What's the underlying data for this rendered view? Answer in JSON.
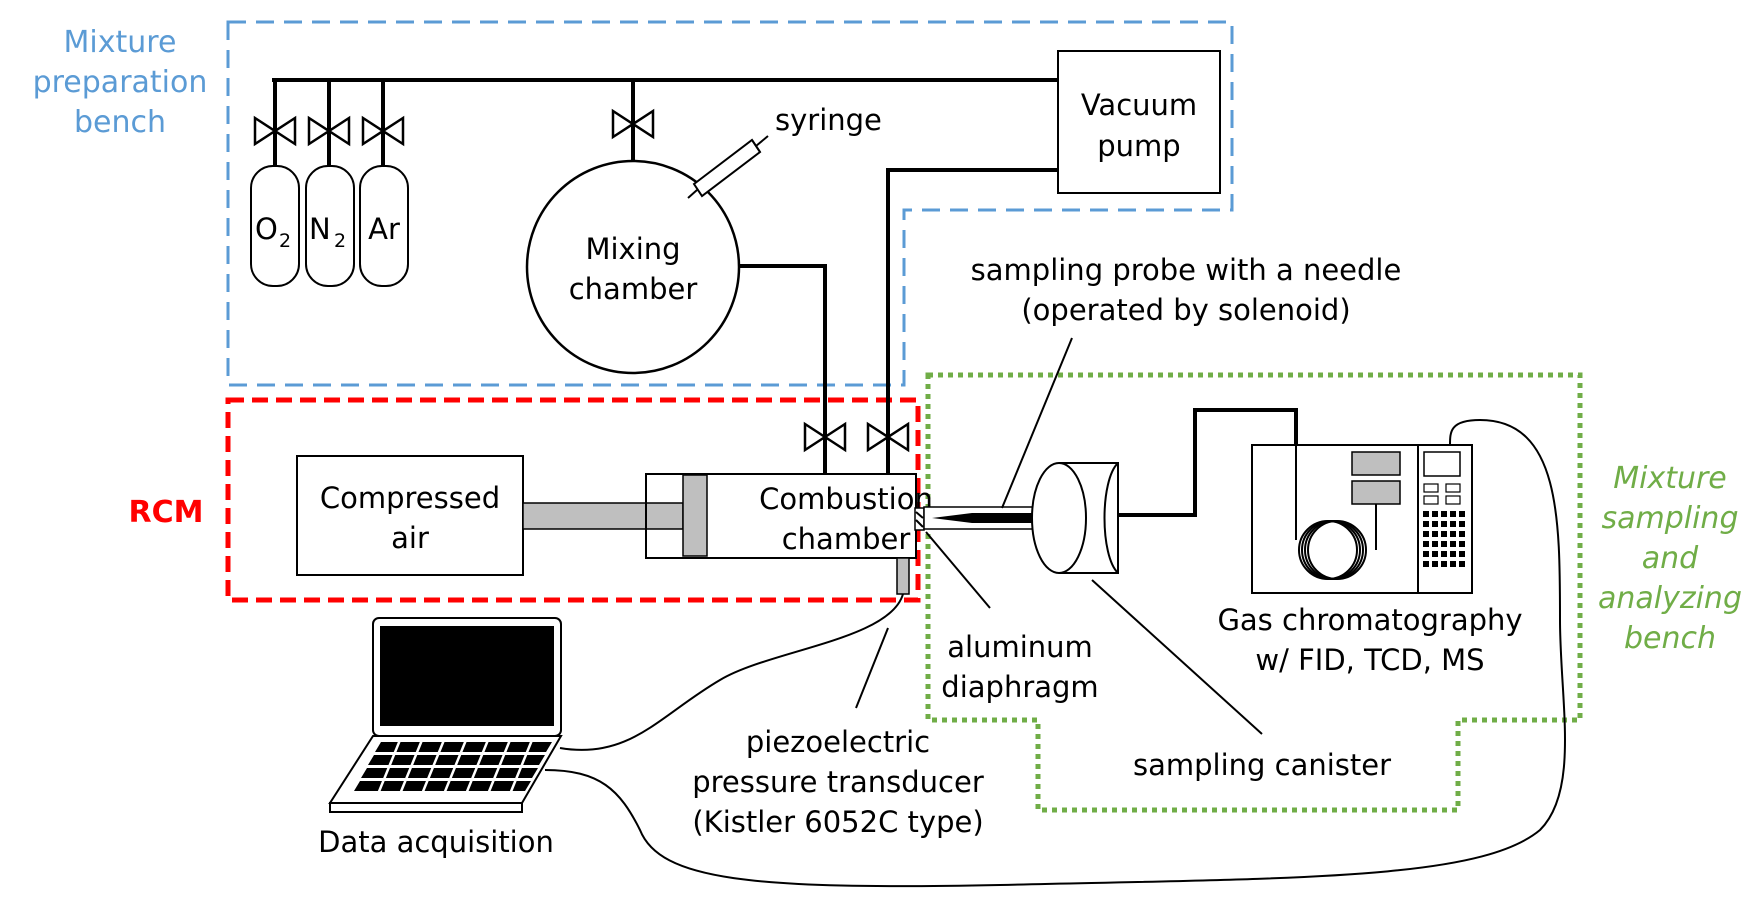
{
  "groups": {
    "mixture_prep": {
      "lines": [
        "Mixture",
        "preparation",
        "bench"
      ],
      "color": "#5b9bd5"
    },
    "rcm": {
      "label": "RCM",
      "color": "#ff0000"
    },
    "sampling": {
      "lines": [
        "Mixture",
        "sampling",
        "and",
        "analyzing",
        "bench"
      ],
      "color": "#70ad47"
    }
  },
  "components": {
    "o2": {
      "main": "O",
      "sub": "2"
    },
    "n2": {
      "main": "N",
      "sub": "2"
    },
    "ar": {
      "main": "Ar"
    },
    "syringe": "syringe",
    "mixing_chamber": [
      "Mixing",
      "chamber"
    ],
    "vacuum_pump": [
      "Vacuum",
      "pump"
    ],
    "compressed_air": [
      "Compressed",
      "air"
    ],
    "combustion_chamber": [
      "Combustion",
      "chamber"
    ],
    "gas_chromatography": [
      "Gas chromatography",
      "w/ FID, TCD, MS"
    ],
    "data_acquisition": "Data acquisition"
  },
  "callouts": {
    "sampling_probe": [
      "sampling probe with a needle",
      "(operated by solenoid)"
    ],
    "aluminum_diaphragm": [
      "aluminum",
      "diaphragm"
    ],
    "pressure_transducer": [
      "piezoelectric",
      "pressure transducer",
      "(Kistler 6052C type)"
    ],
    "sampling_canister": "sampling canister"
  }
}
